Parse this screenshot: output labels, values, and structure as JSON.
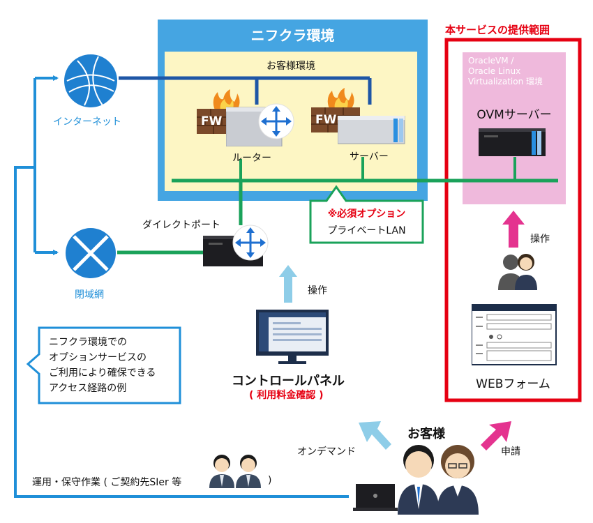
{
  "cloud": {
    "title": "ニフクラ環境",
    "customer_env": "お客様環境"
  },
  "scope": {
    "title": "本サービスの提供範囲"
  },
  "nodes": {
    "internet": "インターネット",
    "closed_network": "閉域網",
    "router": "ルーター",
    "server": "サーバー",
    "fw_label": "FW",
    "direct_port": "ダイレクトポート",
    "ovm_env_lines": [
      "OracleVM /",
      "Oracle Linux",
      "Virtualization 環境"
    ],
    "ovm_server": "OVMサーバー",
    "web_form": "WEBフォーム",
    "control_panel": "コントロールパネル",
    "billing_check": "( 利用料金確認 )"
  },
  "option": {
    "required": "※必須オプション",
    "name": "プライベートLAN"
  },
  "note": {
    "lines": [
      "ニフクラ環境での",
      "オプションサービスの",
      "ご利用により確保できる",
      "アクセス経路の例"
    ]
  },
  "actions": {
    "operate_panel": "操作",
    "operate_ovm": "操作",
    "on_demand": "オンデマンド",
    "apply": "申請",
    "customer": "お客様",
    "maintenance": "運用・保守作業 ( ご契約先SIer 等",
    "maintenance_close": ")"
  },
  "colors": {
    "cloud_blue": "#45a5e2",
    "cloud_inner": "#fdf6c4",
    "lan_green": "#1aa25a",
    "internet_blue": "#1e56a6",
    "scope_red": "#e60012",
    "ovm_pink": "#efb9dc",
    "arrow_light_blue": "#8ecde8",
    "arrow_pink": "#e4338f",
    "access_blue": "#1f8fd8"
  }
}
